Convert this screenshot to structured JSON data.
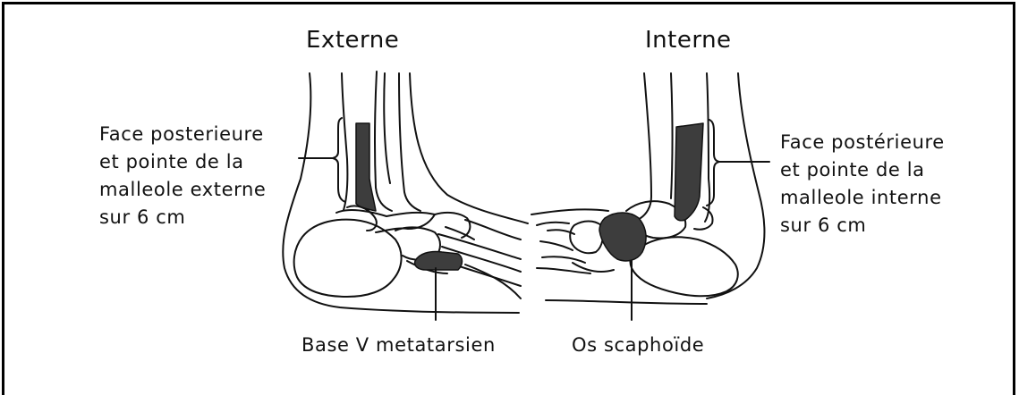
{
  "titles": {
    "left": "Externe",
    "right": "Interne"
  },
  "labels": {
    "left_lines": [
      "Face posterieure",
      "et pointe de la",
      "malleole externe",
      "sur 6 cm"
    ],
    "right_lines": [
      "Face postérieure",
      "et pointe de la",
      "malleole interne",
      "sur 6 cm"
    ],
    "bottom_left": "Base V metatarsien",
    "bottom_right": "Os scaphoïde"
  },
  "colors": {
    "highlight": "#3d3d3d",
    "stroke": "#111111"
  }
}
